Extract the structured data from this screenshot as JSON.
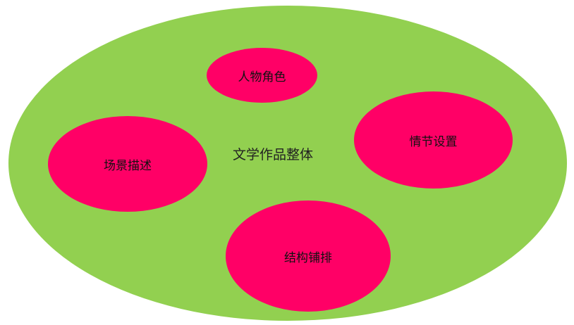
{
  "diagram": {
    "center_label": "文学作品整体",
    "parts": [
      "人物角色",
      "情节设置",
      "场景描述",
      "结构铺排"
    ],
    "colors": {
      "outer": "#92d050",
      "inner": "#ff0066"
    }
  }
}
